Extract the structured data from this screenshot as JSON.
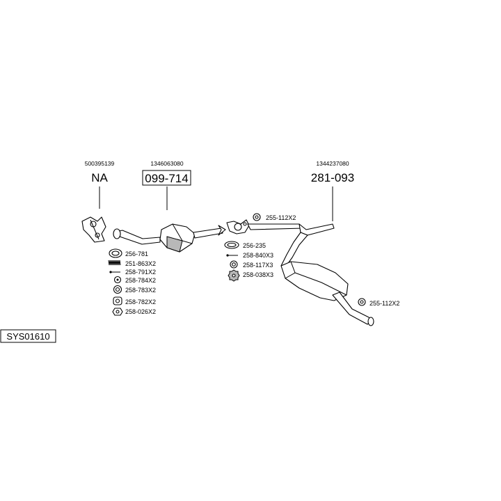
{
  "system_code": "SYS01610",
  "assemblies": [
    {
      "oe_number": "500395139",
      "part_number": "NA",
      "boxed": false
    },
    {
      "oe_number": "1346063080",
      "part_number": "099-714",
      "boxed": true
    },
    {
      "oe_number": "1344237080",
      "part_number": "281-093",
      "boxed": false
    }
  ],
  "accessories_front": [
    "256-781",
    "251-863X2",
    "258-791X2",
    "258-784X2",
    "258-783X2",
    "258-782X2",
    "258-026X2"
  ],
  "accessories_mid": [
    "256-235",
    "258-840X3",
    "258-117X3",
    "258-038X3"
  ],
  "accessory_top_right": "255-112X2",
  "accessory_rear": "255-112X2"
}
